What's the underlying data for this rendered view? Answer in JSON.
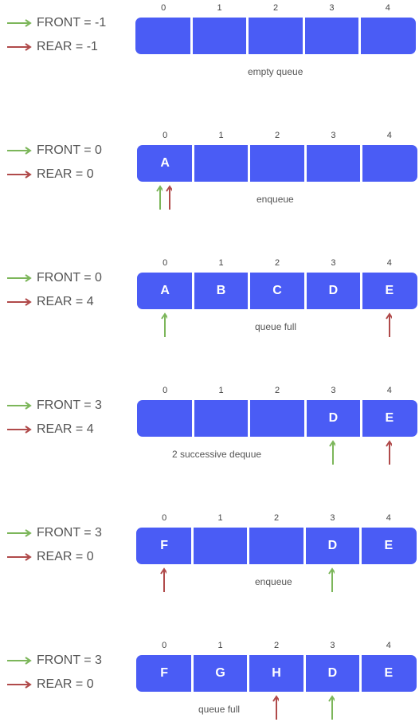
{
  "colors": {
    "cell": "#4a5cf5",
    "front_arrow": "#7cb65a",
    "rear_arrow": "#b04a4a",
    "separator": "#ffffff"
  },
  "indices": [
    "0",
    "1",
    "2",
    "3",
    "4"
  ],
  "stages": [
    {
      "front_label": "FRONT = -1",
      "rear_label": "REAR = -1",
      "cells": [
        "",
        "",
        "",
        "",
        ""
      ],
      "caption": "empty queue",
      "front_index": null,
      "rear_index": null
    },
    {
      "front_label": "FRONT = 0",
      "rear_label": "REAR = 0",
      "cells": [
        "A",
        "",
        "",
        "",
        ""
      ],
      "caption": "enqueue",
      "front_index": 0,
      "rear_index": 0
    },
    {
      "front_label": "FRONT = 0",
      "rear_label": "REAR = 4",
      "cells": [
        "A",
        "B",
        "C",
        "D",
        "E"
      ],
      "caption": "queue full",
      "front_index": 0,
      "rear_index": 4
    },
    {
      "front_label": "FRONT = 3",
      "rear_label": "REAR = 4",
      "cells": [
        "",
        "",
        "",
        "D",
        "E"
      ],
      "caption": "2 successive dequue",
      "front_index": 3,
      "rear_index": 4
    },
    {
      "front_label": "FRONT = 3",
      "rear_label": "REAR = 0",
      "cells": [
        "F",
        "",
        "",
        "D",
        "E"
      ],
      "caption": "enqueue",
      "front_index": 3,
      "rear_index": 0
    },
    {
      "front_label": "FRONT = 3",
      "rear_label": "REAR = 0",
      "cells": [
        "F",
        "G",
        "H",
        "D",
        "E"
      ],
      "caption": "queue full",
      "front_index": 3,
      "rear_index": 2
    }
  ]
}
